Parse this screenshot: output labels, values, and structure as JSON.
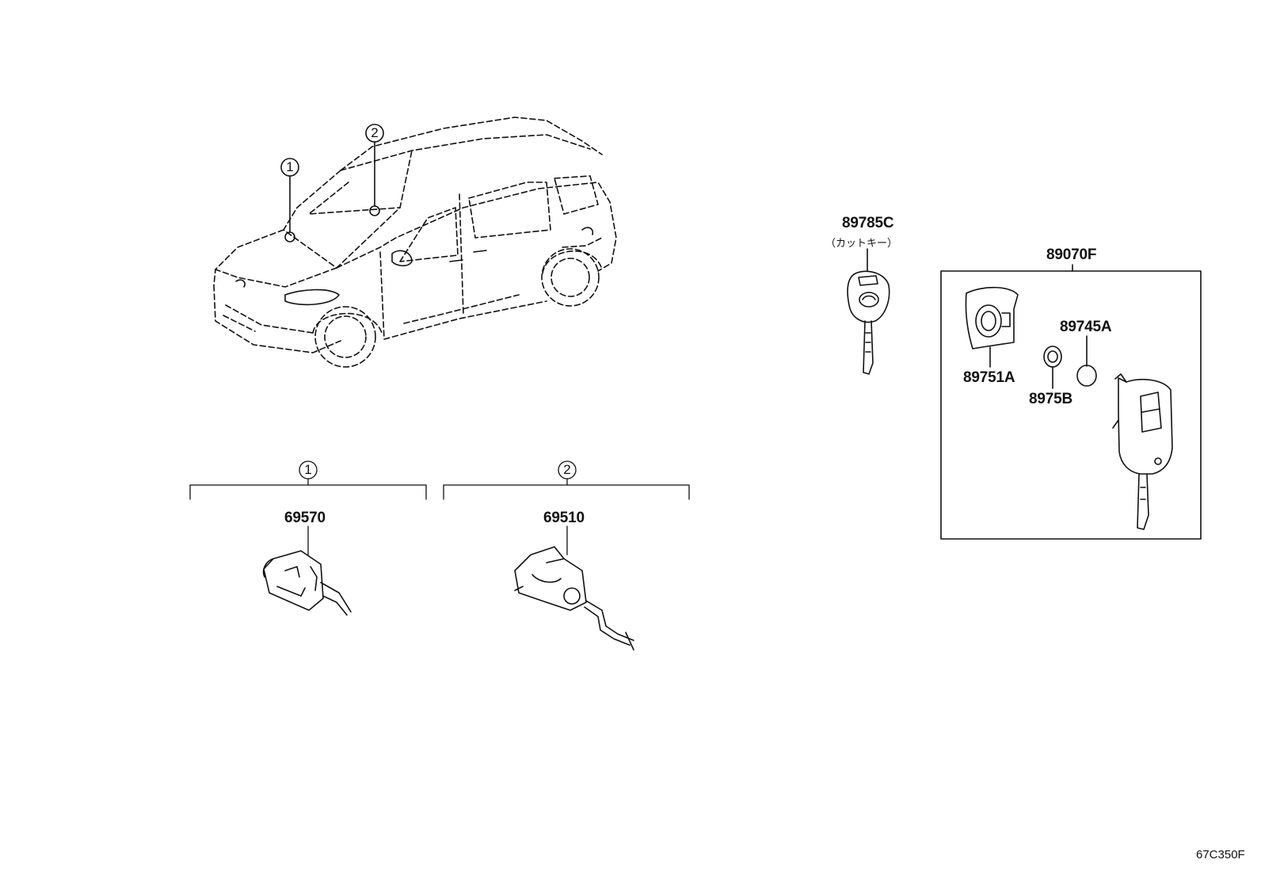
{
  "callouts": {
    "car_1": "1",
    "car_2": "2",
    "group_1": "1",
    "group_2": "2"
  },
  "parts": {
    "p69570": "69570",
    "p69510": "69510",
    "p89785c": "89785C",
    "p89785c_note": "（カットキー）",
    "p89070f": "89070F",
    "p89751a": "89751A",
    "p89745a": "89745A",
    "p8975b": "8975B"
  },
  "drawing_code": "67C350F"
}
